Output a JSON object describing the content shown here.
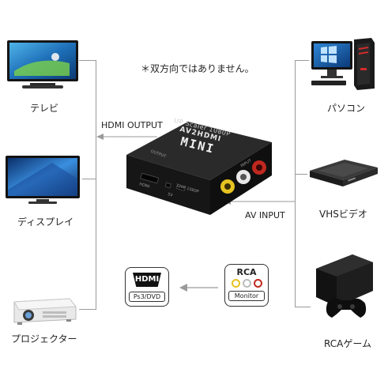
{
  "note": "＊双方向ではありません。",
  "outputs": [
    {
      "label": "テレビ",
      "icon": "tv-icon"
    },
    {
      "label": "ディスプレイ",
      "icon": "display-icon"
    },
    {
      "label": "プロジェクター",
      "icon": "projector-icon"
    }
  ],
  "inputs": [
    {
      "label": "パソコン",
      "icon": "pc-icon"
    },
    {
      "label": "VHSビデオ",
      "icon": "vhs-icon"
    },
    {
      "label": "RCAゲーム",
      "icon": "game-console-icon"
    }
  ],
  "hdmi_output_label": "HDMI OUTPUT",
  "av_input_label": "AV INPUT",
  "device": {
    "brand": "MINI",
    "model": "AV2HDMI",
    "sub": "UP Scaler 1080P",
    "port_output": "OUTPUT",
    "port_input": "INPUT",
    "port_hdmi": "HDMI",
    "port_power": "5V",
    "switch": "720P 1080P"
  },
  "hdmi_badge": {
    "title": "HDMI",
    "sub": "Ps3/DVD"
  },
  "rca_badge": {
    "title": "RCA",
    "sub": "Monitor"
  },
  "colors": {
    "line": "#9a9a9a",
    "device": "#1b1b1b",
    "rca_red": "#c0281f",
    "rca_white": "#e8e8e8",
    "rca_yellow": "#e6c321"
  }
}
